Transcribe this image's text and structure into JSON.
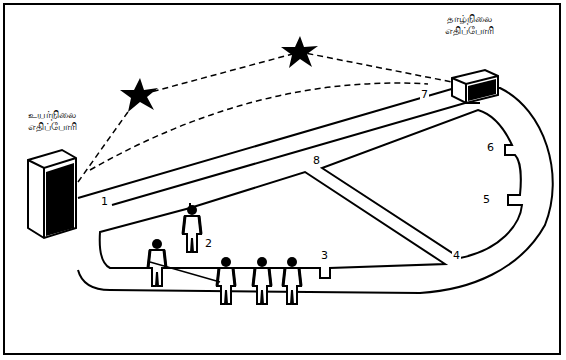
{
  "diagram": {
    "nodes": [
      {
        "text": [
          "உயர்நிலை எதிப்போரி"
        ]
      },
      {
        "text": [
          "தாழ்நிலை எதிப்போரி"
        ]
      }
    ],
    "edges": [
      {
        "from": 0,
        "to": 1,
        "arrow": "none"
      }
    ],
    "labels": [
      "1",
      "2",
      "3",
      "4",
      "5",
      "6",
      "7",
      "8"
    ]
  }
}
